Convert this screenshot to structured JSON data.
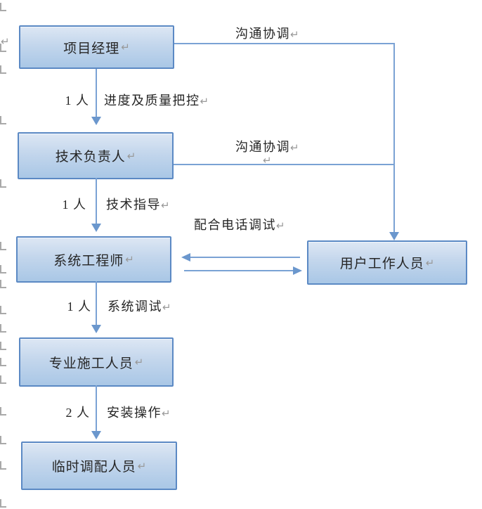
{
  "diagram": {
    "title_hint": "project staffing / communication flowchart",
    "return_glyph": "↵",
    "boxes": [
      {
        "id": "project-manager",
        "label": "项目经理"
      },
      {
        "id": "tech-lead",
        "label": "技术负责人"
      },
      {
        "id": "system-engineer",
        "label": "系统工程师"
      },
      {
        "id": "construction-staff",
        "label": "专业施工人员"
      },
      {
        "id": "temp-staff",
        "label": "临时调配人员"
      },
      {
        "id": "user-staff",
        "label": "用户工作人员"
      }
    ],
    "steps": [
      {
        "count": "1 人",
        "task": "进度及质量把控"
      },
      {
        "count": "1 人",
        "task": "技术指导"
      },
      {
        "count": "1 人",
        "task": "系统调试"
      },
      {
        "count": "2 人",
        "task": "安装操作"
      }
    ],
    "connector_labels": {
      "comm_top": "沟通协调",
      "comm_mid": "沟通协调",
      "phone": "配合电话调试"
    },
    "colors": {
      "box_border": "#5b89c4",
      "box_fill_top": "#dde7f4",
      "box_fill_bottom": "#a9c7e6",
      "connector_line": "#7aa2d4",
      "arrowhead": "#6b97cd",
      "text": "#262626",
      "return_mark": "#999999",
      "margin_mark": "#a9a9a9"
    },
    "margin_marks_y": [
      4,
      62,
      93,
      165,
      255,
      344,
      377,
      398,
      435,
      461,
      486,
      509,
      534,
      579,
      620,
      656,
      710
    ]
  }
}
